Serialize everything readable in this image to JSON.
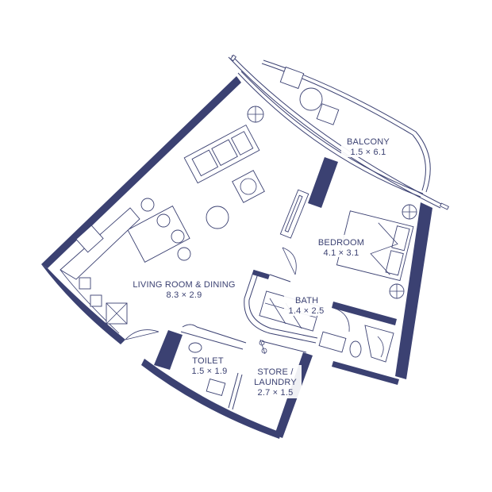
{
  "rooms": {
    "balcony": {
      "name": "BALCONY",
      "size": "1.5 × 6.1"
    },
    "bedroom": {
      "name": "BEDROOM",
      "size": "4.1 × 3.1"
    },
    "living": {
      "name": "LIVING ROOM & DINING",
      "size": "8.3 × 2.9"
    },
    "bath": {
      "name": "BATH",
      "size": "1.4 × 2.5"
    },
    "toilet": {
      "name": "TOILET",
      "size": "1.5 × 1.9"
    },
    "store": {
      "name": "STORE /",
      "name2": "LAUNDRY",
      "size": "2.7 × 1.5"
    }
  },
  "colors": {
    "wall": "#3b4172",
    "background": "#ffffff"
  }
}
